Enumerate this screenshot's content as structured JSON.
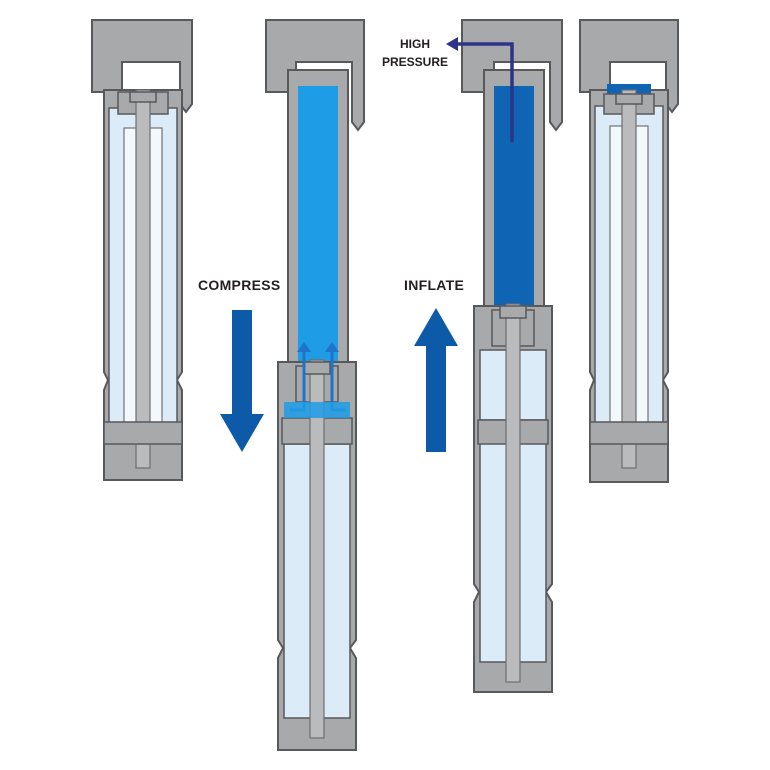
{
  "labels": {
    "compress": "COMPRESS",
    "inflate": "INFLATE",
    "high_pressure_line1": "HIGH",
    "high_pressure_line2": "PRESSURE"
  },
  "colors": {
    "body": "#a7a9ab",
    "outline": "#58595b",
    "inner_light": "#dcebf8",
    "fluid_light": "#1e9ce6",
    "fluid_dark": "#0f64b4",
    "arrow_blue": "#0d5aa8",
    "arrow_navy": "#2b3488",
    "flow_blue": "#1f73c8"
  },
  "icons": {
    "compress_arrow": "arrow-down-icon",
    "inflate_arrow": "arrow-up-icon",
    "pressure_arrow": "arrow-left-icon"
  }
}
